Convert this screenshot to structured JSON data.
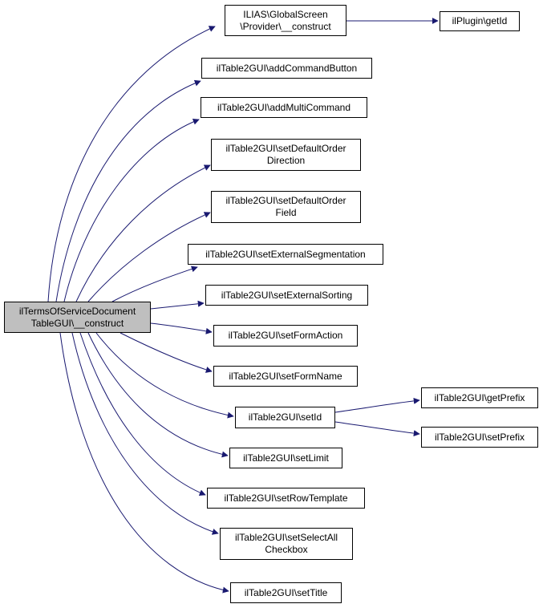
{
  "colors": {
    "edge": "#191970",
    "root_fill": "#bfbfbf",
    "node_fill": "#ffffff",
    "border": "#000000"
  },
  "nodes": {
    "root": {
      "label": "ilTermsOfServiceDocument\nTableGUI\\__construct"
    },
    "gs": {
      "label": "ILIAS\\GlobalScreen\n\\Provider\\__construct"
    },
    "plugin": {
      "label": "ilPlugin\\getId"
    },
    "addcmd": {
      "label": "ilTable2GUI\\addCommandButton"
    },
    "addmulti": {
      "label": "ilTable2GUI\\addMultiCommand"
    },
    "orderdir": {
      "label": "ilTable2GUI\\setDefaultOrder\nDirection"
    },
    "orderfld": {
      "label": "ilTable2GUI\\setDefaultOrder\nField"
    },
    "extseg": {
      "label": "ilTable2GUI\\setExternalSegmentation"
    },
    "extsort": {
      "label": "ilTable2GUI\\setExternalSorting"
    },
    "formact": {
      "label": "ilTable2GUI\\setFormAction"
    },
    "formname": {
      "label": "ilTable2GUI\\setFormName"
    },
    "setid": {
      "label": "ilTable2GUI\\setId"
    },
    "getprefix": {
      "label": "ilTable2GUI\\getPrefix"
    },
    "setprefix": {
      "label": "ilTable2GUI\\setPrefix"
    },
    "limit": {
      "label": "ilTable2GUI\\setLimit"
    },
    "rowtpl": {
      "label": "ilTable2GUI\\setRowTemplate"
    },
    "selall": {
      "label": "ilTable2GUI\\setSelectAll\nCheckbox"
    },
    "title": {
      "label": "ilTable2GUI\\setTitle"
    }
  }
}
